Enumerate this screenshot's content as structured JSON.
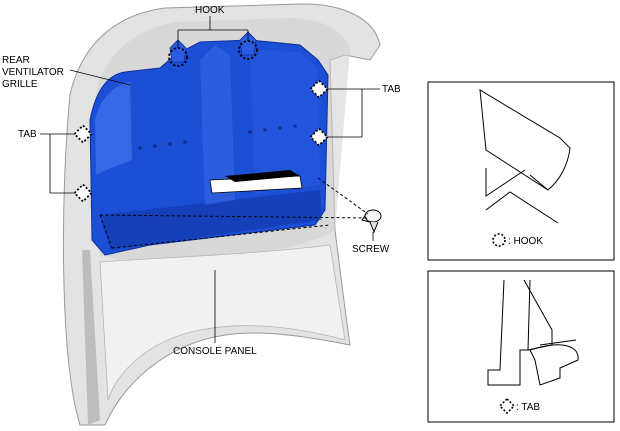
{
  "labels": {
    "hook": "HOOK",
    "rear_ventilator_grille": [
      "REAR",
      "VENTILATOR",
      "GRILLE"
    ],
    "tab_right": "TAB",
    "tab_left": "TAB",
    "screw": "SCREW",
    "console_panel": "CONSOLE PANEL"
  },
  "legend": {
    "hook": ": HOOK",
    "tab": ": TAB"
  },
  "colors": {
    "grille_blue": "#1a4fd6",
    "grille_blue_dark": "#0f2f9a",
    "console_gray": "#dcdcdc",
    "console_gray_dark": "#a8a8a8"
  }
}
